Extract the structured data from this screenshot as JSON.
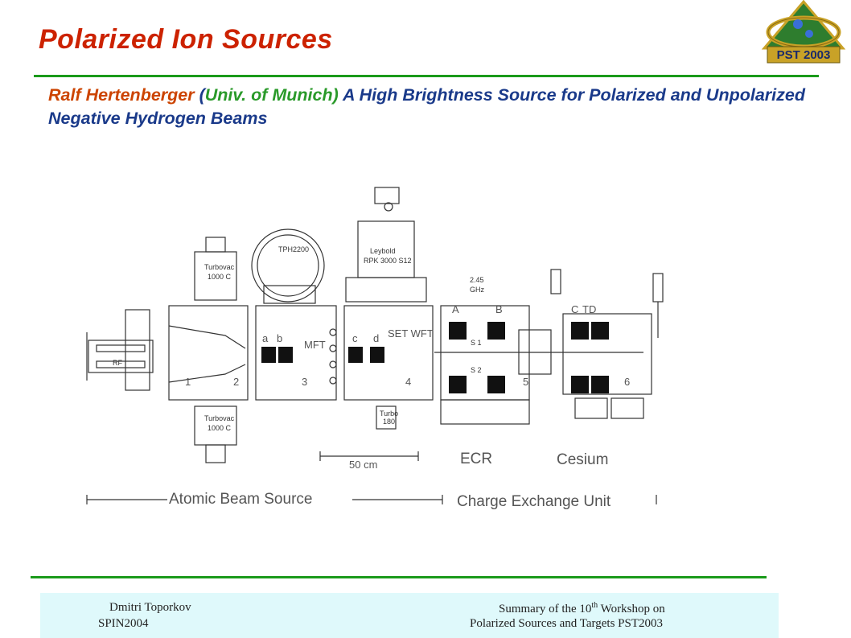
{
  "slide": {
    "title": "Polarized Ion Sources",
    "subtitle": {
      "author": "Ralf Hertenberger",
      "open_paren": " (",
      "institution": "Univ. of Munich)",
      "talk_title": " A High Brightness Source for Polarized and Unpolarized Negative Hydrogen Beams"
    }
  },
  "logo": {
    "text": "PST 2003"
  },
  "diagram": {
    "labels": {
      "turbovac_top": "Turbovac",
      "turbovac_top_model": "1000 C",
      "turbovac_bottom": "Turbovac",
      "turbovac_bottom_model": "1000 C",
      "tph": "TPH2200",
      "leybold": "Leybold",
      "leybold_model": "RPK 3000 S12",
      "rf": "RF",
      "freq": "2.45",
      "freq_unit": "GHz",
      "mft": "MFT",
      "set_wft": "SET WFT",
      "turbo": "Turbo",
      "turbo_model": "180",
      "s1": "S 1",
      "s2": "S 2",
      "letter_a_lower": "a",
      "letter_b_lower": "b",
      "letter_c_lower": "c",
      "letter_d_lower": "d",
      "letter_A": "A",
      "letter_B": "B",
      "letter_C": "C",
      "letter_TD": "TD",
      "n1": "1",
      "n2": "2",
      "n3": "3",
      "n4": "4",
      "n5": "5",
      "n6": "6",
      "scale": "50 cm",
      "ecr": "ECR",
      "cesium": "Cesium",
      "abs": "Atomic Beam Source",
      "ceu": "Charge Exchange Unit"
    }
  },
  "footer": {
    "left_line1": "Dmitri Toporkov",
    "left_line2": "SPIN2004",
    "right_line1_pre": "Summary of the 10",
    "right_line1_sup": "th",
    "right_line1_post": "  Workshop on",
    "right_line2": "Polarized Sources and Targets PST2003"
  }
}
